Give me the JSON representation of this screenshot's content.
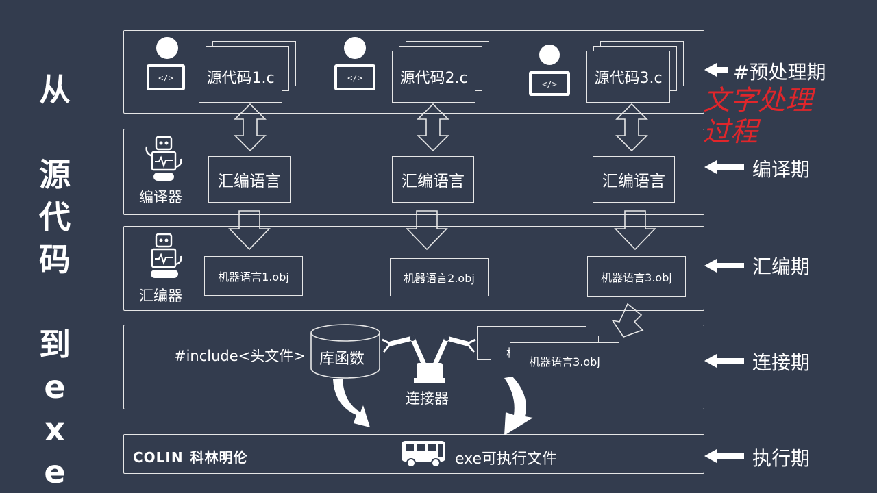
{
  "title_vertical": [
    "从",
    "",
    "源",
    "代",
    "码",
    "",
    "到",
    "e",
    "x",
    "e"
  ],
  "stages": {
    "preprocess": "#预处理期",
    "compile": "编译期",
    "assemble": "汇编期",
    "link": "连接期",
    "execute": "执行期"
  },
  "annotation_handwritten": "文字处理过程",
  "sources": [
    "源代码1.c",
    "源代码2.c",
    "源代码3.c"
  ],
  "asm": [
    "汇编语言",
    "汇编语言",
    "汇编语言"
  ],
  "objs": [
    "机器语言1.obj",
    "机器语言2.obj",
    "机器语言3.obj"
  ],
  "tools": {
    "compiler": "编译器",
    "assembler": "汇编器",
    "linker": "连接器"
  },
  "link_stage": {
    "include": "#include<头文件>",
    "library": "库函数",
    "obj_front": "机器语言3.obj",
    "obj_peek": "机"
  },
  "exec_stage": {
    "brand_latin": "COLIN",
    "brand_cn": "科林明伦",
    "exe": "exe可执行文件"
  },
  "colors": {
    "background": "#333c4e",
    "line": "#e6e6e6",
    "annotation": "#e0262b"
  }
}
